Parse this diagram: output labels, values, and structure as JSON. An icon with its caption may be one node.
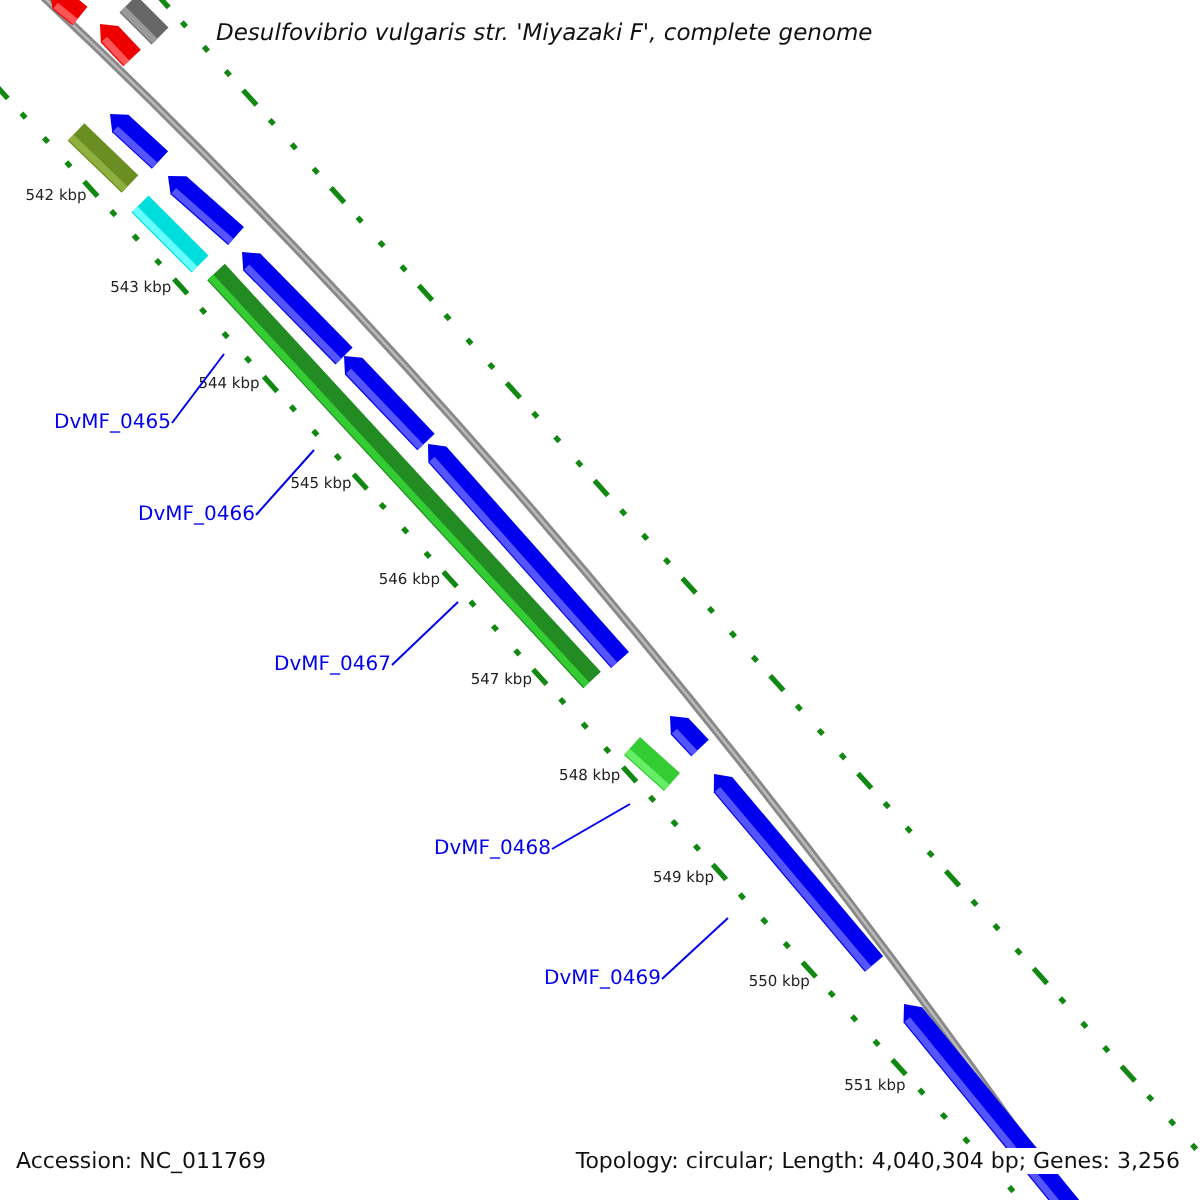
{
  "diagram": {
    "title": "Desulfovibrio vulgaris str. 'Miyazaki F', complete genome",
    "nodes": [
      {
        "text": [
          "DvMF_0465"
        ]
      },
      {
        "text": [
          "DvMF_0466"
        ]
      },
      {
        "text": [
          "DvMF_0467"
        ]
      },
      {
        "text": [
          "DvMF_0468"
        ]
      },
      {
        "text": [
          "DvMF_0469"
        ]
      }
    ],
    "edges": [
      {
        "from": 0,
        "to": null,
        "arrow": "none"
      },
      {
        "from": 1,
        "to": null,
        "arrow": "none"
      },
      {
        "from": 2,
        "to": null,
        "arrow": "none"
      },
      {
        "from": 3,
        "to": null,
        "arrow": "none"
      },
      {
        "from": 4,
        "to": null,
        "arrow": "none"
      }
    ],
    "labels": [
      "542 kbp",
      "543 kbp",
      "544 kbp",
      "545 kbp",
      "546 kbp",
      "547 kbp",
      "548 kbp",
      "549 kbp",
      "550 kbp",
      "551 kbp",
      "Accession: NC_011769",
      "Topology: circular; Length: 4,040,304 bp; Genes: 3,256"
    ]
  }
}
